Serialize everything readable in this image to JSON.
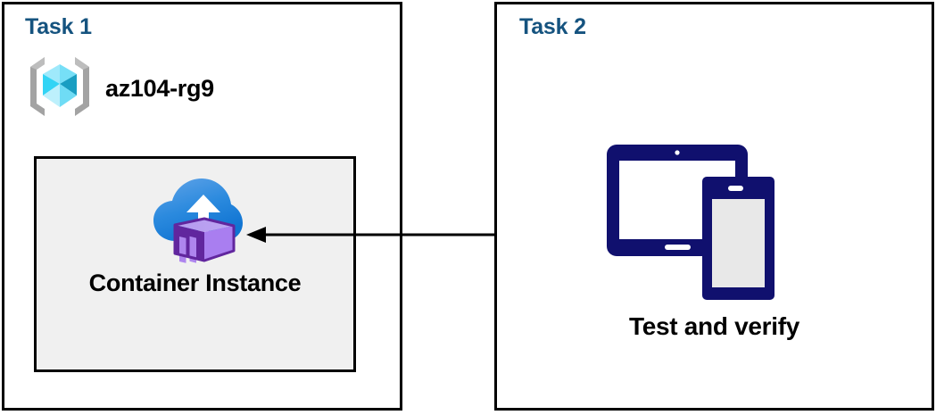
{
  "diagram": {
    "title": "Azure Container Instance task flow",
    "background": "#ffffff",
    "colors": {
      "panel_border": "#000000",
      "panel_title": "#15537f",
      "card_fill": "#f0f0f0",
      "device_navy": "#10106e",
      "arrow": "#000000",
      "resource_group_bracket": "#a0a0a0",
      "cube_cyan_light": "#9fe9fb",
      "cube_cyan": "#32d4f5",
      "cube_teal": "#1b9cb8",
      "cloud_blue_light": "#5ea0e5",
      "cloud_blue_dark": "#1279d5",
      "container_purple_light": "#b497ee",
      "container_purple": "#a67ef0",
      "container_purple_dark": "#61269e",
      "phone_screen": "#e8e8e8"
    }
  },
  "panels": [
    {
      "id": "task1",
      "title": "Task 1",
      "resource_group": {
        "icon": "resource-group-icon",
        "name": "az104-rg9"
      },
      "card": {
        "icon": "container-instance-icon",
        "label": "Container Instance"
      }
    },
    {
      "id": "task2",
      "title": "Task 2",
      "device": {
        "icon": "devices-tablet-phone-icon",
        "label": "Test and verify"
      }
    }
  ],
  "connector": {
    "name": "flow-arrow",
    "direction": "right-to-left",
    "from": "Test and verify",
    "to": "Container Instance"
  }
}
